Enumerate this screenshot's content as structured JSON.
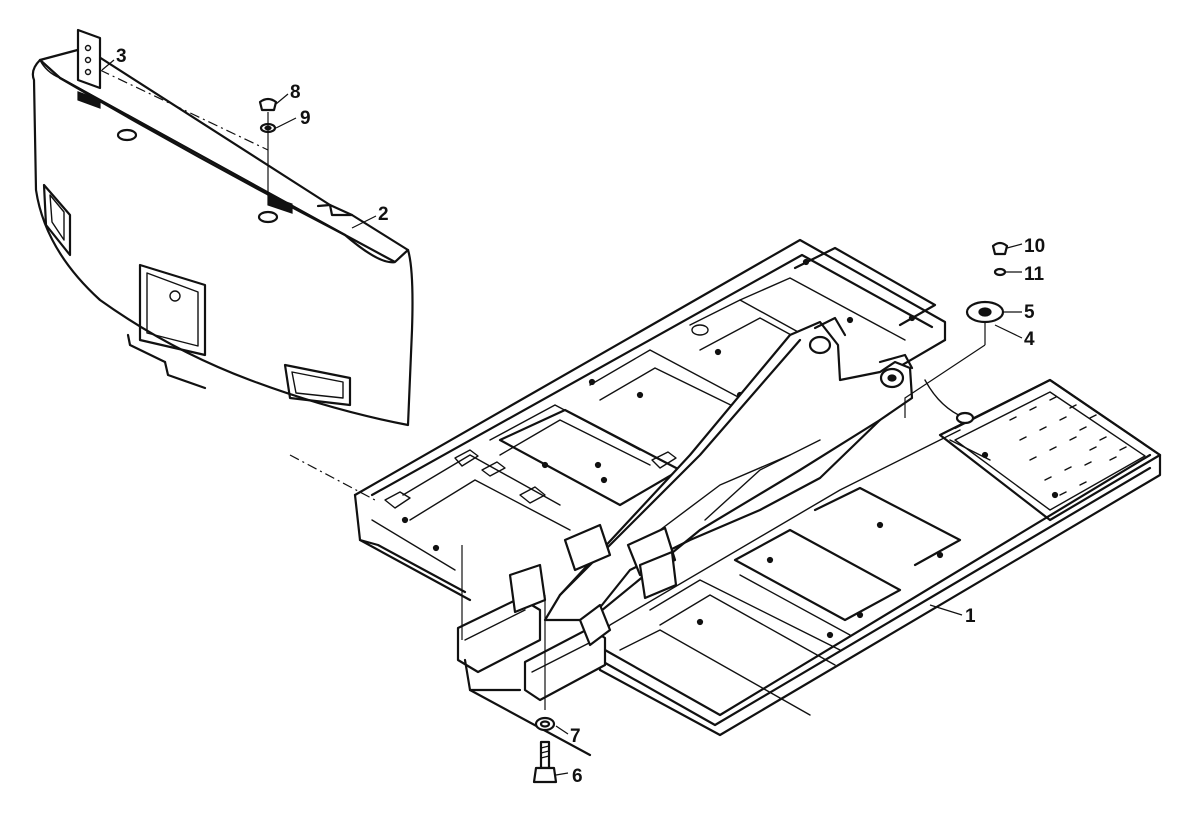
{
  "callouts": [
    {
      "id": "part-1",
      "number": "1"
    },
    {
      "id": "part-2",
      "number": "2"
    },
    {
      "id": "part-3",
      "number": "3"
    },
    {
      "id": "part-4",
      "number": "4"
    },
    {
      "id": "part-5",
      "number": "5"
    },
    {
      "id": "part-6",
      "number": "6"
    },
    {
      "id": "part-7",
      "number": "7"
    },
    {
      "id": "part-8",
      "number": "8"
    },
    {
      "id": "part-9",
      "number": "9"
    },
    {
      "id": "part-10",
      "number": "10"
    },
    {
      "id": "part-11",
      "number": "11"
    }
  ]
}
